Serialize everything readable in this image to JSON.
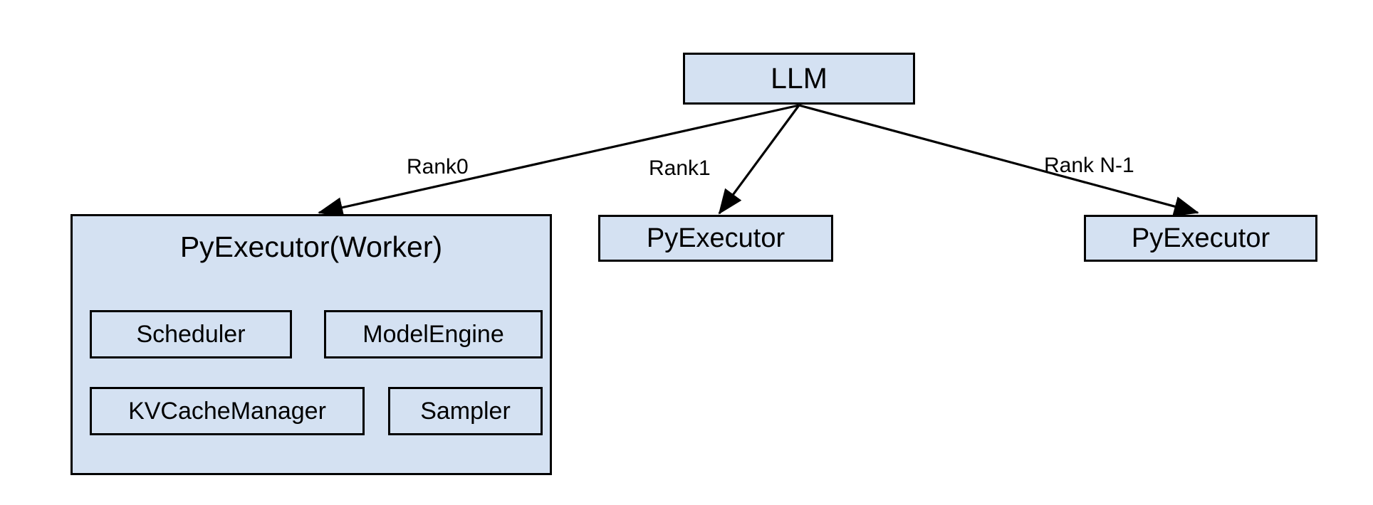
{
  "diagram": {
    "title": "LLM multi-rank PyExecutor architecture",
    "background_color": "#ffffff",
    "node_fill_color": "#d4e1f2",
    "node_border_color": "#000000",
    "edge_color": "#000000"
  },
  "nodes": {
    "llm": {
      "label": "LLM"
    },
    "worker": {
      "label": "PyExecutor(Worker)"
    },
    "scheduler": {
      "label": "Scheduler"
    },
    "model_engine": {
      "label": "ModelEngine"
    },
    "kv_cache_manager": {
      "label": "KVCacheManager"
    },
    "sampler": {
      "label": "Sampler"
    },
    "executor_rank1": {
      "label": "PyExecutor"
    },
    "executor_rankn": {
      "label": "PyExecutor"
    }
  },
  "edges": [
    {
      "from": "llm",
      "to": "worker",
      "label": "Rank0"
    },
    {
      "from": "llm",
      "to": "executor_rank1",
      "label": "Rank1"
    },
    {
      "from": "llm",
      "to": "executor_rankn",
      "label": "Rank N-1"
    }
  ],
  "edge_labels": {
    "rank0": "Rank0",
    "rank1": "Rank1",
    "rankn": "Rank N-1"
  }
}
